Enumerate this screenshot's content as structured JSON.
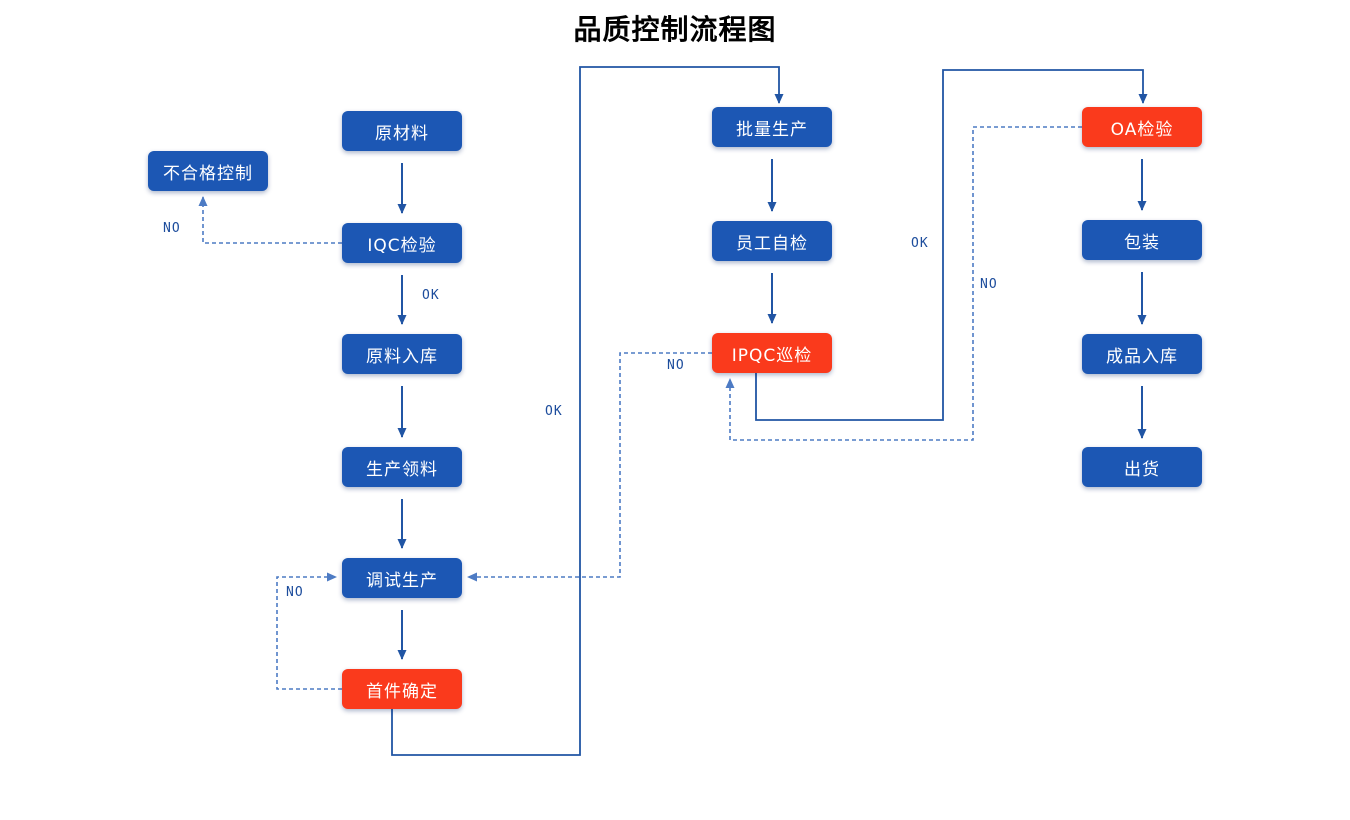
{
  "title": "品质控制流程图",
  "colors": {
    "blue": "#1c57b4",
    "red": "#fa3a1c",
    "line": "#2155a4",
    "dashed": "#4d7bc4",
    "labelText": "#1c4c9c",
    "bg": "#ffffff"
  },
  "nodes": {
    "nonconforming": {
      "label": "不合格控制",
      "type": "blue"
    },
    "raw_material": {
      "label": "原材料",
      "type": "blue"
    },
    "iqc": {
      "label": "IQC检验",
      "type": "blue"
    },
    "raw_warehouse": {
      "label": "原料入库",
      "type": "blue"
    },
    "picking": {
      "label": "生产领料",
      "type": "blue"
    },
    "debug": {
      "label": "调试生产",
      "type": "blue"
    },
    "first_piece": {
      "label": "首件确定",
      "type": "red"
    },
    "mass_production": {
      "label": "批量生产",
      "type": "blue"
    },
    "self_check": {
      "label": "员工自检",
      "type": "blue"
    },
    "ipqc": {
      "label": "IPQC巡检",
      "type": "red"
    },
    "oa": {
      "label": "OA检验",
      "type": "red"
    },
    "packaging": {
      "label": "包装",
      "type": "blue"
    },
    "finished_warehouse": {
      "label": "成品入库",
      "type": "blue"
    },
    "shipment": {
      "label": "出货",
      "type": "blue"
    }
  },
  "edges": [
    {
      "from": "raw_material",
      "to": "iqc",
      "style": "solid",
      "label": ""
    },
    {
      "from": "iqc",
      "to": "nonconforming",
      "style": "dashed",
      "label": "NO"
    },
    {
      "from": "iqc",
      "to": "raw_warehouse",
      "style": "solid",
      "label": "OK"
    },
    {
      "from": "raw_warehouse",
      "to": "picking",
      "style": "solid",
      "label": ""
    },
    {
      "from": "picking",
      "to": "debug",
      "style": "solid",
      "label": ""
    },
    {
      "from": "debug",
      "to": "first_piece",
      "style": "solid",
      "label": ""
    },
    {
      "from": "first_piece",
      "to": "debug",
      "style": "dashed",
      "label": "NO"
    },
    {
      "from": "first_piece",
      "to": "mass_production",
      "style": "solid",
      "label": "OK"
    },
    {
      "from": "mass_production",
      "to": "self_check",
      "style": "solid",
      "label": ""
    },
    {
      "from": "self_check",
      "to": "ipqc",
      "style": "solid",
      "label": ""
    },
    {
      "from": "ipqc",
      "to": "debug",
      "style": "dashed",
      "label": "NO"
    },
    {
      "from": "ipqc",
      "to": "oa",
      "style": "solid",
      "label": "OK"
    },
    {
      "from": "oa",
      "to": "ipqc",
      "style": "dashed",
      "label": "NO"
    },
    {
      "from": "oa",
      "to": "packaging",
      "style": "solid",
      "label": ""
    },
    {
      "from": "packaging",
      "to": "finished_warehouse",
      "style": "solid",
      "label": ""
    },
    {
      "from": "finished_warehouse",
      "to": "shipment",
      "style": "solid",
      "label": ""
    }
  ]
}
